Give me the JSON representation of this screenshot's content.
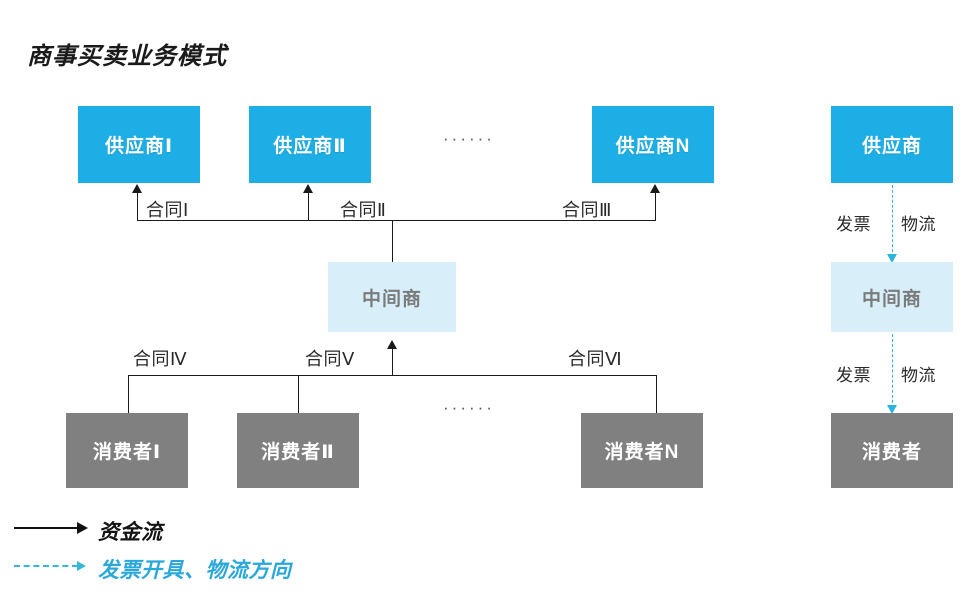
{
  "title": "商事买卖业务模式",
  "suppliers": [
    {
      "label": "供应商Ⅰ"
    },
    {
      "label": "供应商Ⅱ"
    },
    {
      "label": "供应商N"
    }
  ],
  "supplier_ellipsis": "······",
  "consumer_ellipsis": "······",
  "contracts_upper": [
    {
      "label": "合同Ⅰ"
    },
    {
      "label": "合同Ⅱ"
    },
    {
      "label": "合同Ⅲ"
    }
  ],
  "contracts_lower": [
    {
      "label": "合同Ⅳ"
    },
    {
      "label": "合同Ⅴ"
    },
    {
      "label": "合同Ⅵ"
    }
  ],
  "middleman": {
    "label": "中间商"
  },
  "consumers": [
    {
      "label": "消费者Ⅰ"
    },
    {
      "label": "消费者Ⅱ"
    },
    {
      "label": "消费者N"
    }
  ],
  "right_column": {
    "supplier": "供应商",
    "middleman": "中间商",
    "consumer": "消费者",
    "flow_top": {
      "invoice": "发票",
      "logistics": "物流"
    },
    "flow_bottom": {
      "invoice": "发票",
      "logistics": "物流"
    }
  },
  "legend": {
    "money_flow": "资金流",
    "invoice_logistics": "发票开具、物流方向"
  },
  "colors": {
    "supplier_box": "#1CAEE4",
    "middleman_box": "#D8EFFA",
    "consumer_box": "#808080",
    "money_flow_line": "#1a1a1a",
    "invoice_flow_line": "#29B6DC",
    "legend_flow_text": "#29A8DC"
  }
}
